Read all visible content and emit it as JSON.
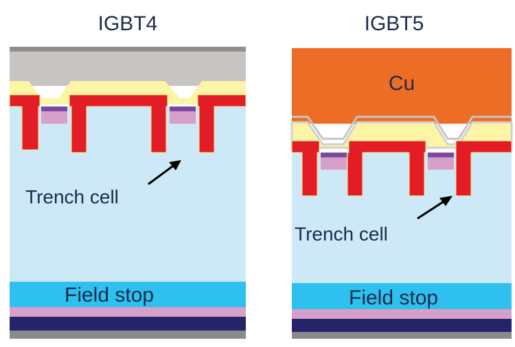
{
  "panels": [
    {
      "title": "IGBT4",
      "metal_label": "",
      "trench_label": "Trench cell",
      "field_stop_label": "Field stop"
    },
    {
      "title": "IGBT5",
      "metal_label": "Cu",
      "trench_label": "Trench cell",
      "field_stop_label": "Field stop"
    }
  ],
  "colors": {
    "aluminum": "#c8c4c2",
    "copper": "#ee6d26",
    "oxide": "#fcf5a6",
    "gate": "#e21d25",
    "substrate": "#cde8f6",
    "field_stop": "#2ec0ee",
    "p_layer": "#d7a0c9",
    "collector": "#25246b",
    "backside_metal": "#8a8a8a",
    "contact": "#7b4aa0",
    "text": "#1d2b4a"
  }
}
